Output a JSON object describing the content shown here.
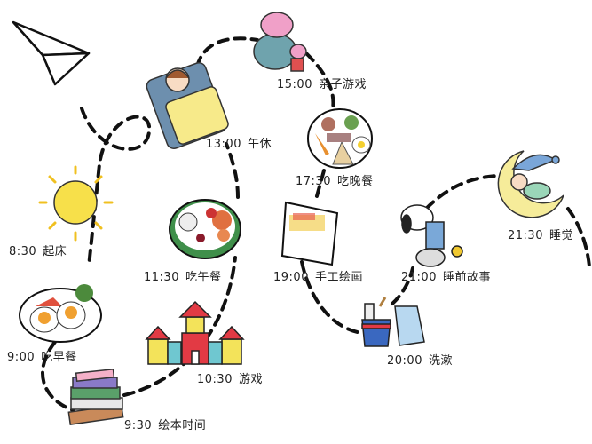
{
  "schedule": [
    {
      "time": "8:30",
      "activity": "起床",
      "icon": "sun-icon"
    },
    {
      "time": "9:00",
      "activity": "吃早餐",
      "icon": "fried-eggs-plate-icon"
    },
    {
      "time": "9:30",
      "activity": "绘本时间",
      "icon": "books-icon"
    },
    {
      "time": "10:30",
      "activity": "游戏",
      "icon": "toy-castle-icon"
    },
    {
      "time": "11:30",
      "activity": "吃午餐",
      "icon": "lunch-bowl-icon"
    },
    {
      "time": "13:00",
      "activity": "午休",
      "icon": "sleeping-child-bed-icon"
    },
    {
      "time": "15:00",
      "activity": "亲子游戏",
      "icon": "pig-family-icon"
    },
    {
      "time": "17:30",
      "activity": "吃晚餐",
      "icon": "dinner-plate-icon"
    },
    {
      "time": "19:00",
      "activity": "手工绘画",
      "icon": "drawing-paper-icon"
    },
    {
      "time": "20:00",
      "activity": "洗漱",
      "icon": "toothbrush-cup-towel-icon"
    },
    {
      "time": "21:00",
      "activity": "睡前故事",
      "icon": "snoopy-reading-icon"
    },
    {
      "time": "21:30",
      "activity": "睡觉",
      "icon": "baby-on-moon-icon"
    }
  ],
  "colors": {
    "path": "#111111",
    "sun": "#f7e04a",
    "castle_red": "#e23a44",
    "castle_blue": "#6fc7d0",
    "castle_yellow": "#f3e35a",
    "bed_blue": "#6d8fae",
    "blanket": "#f7ea8a",
    "moon": "#f6ec9a",
    "pig_pink": "#f0a0c8",
    "pig_teal": "#6fa3ad"
  }
}
